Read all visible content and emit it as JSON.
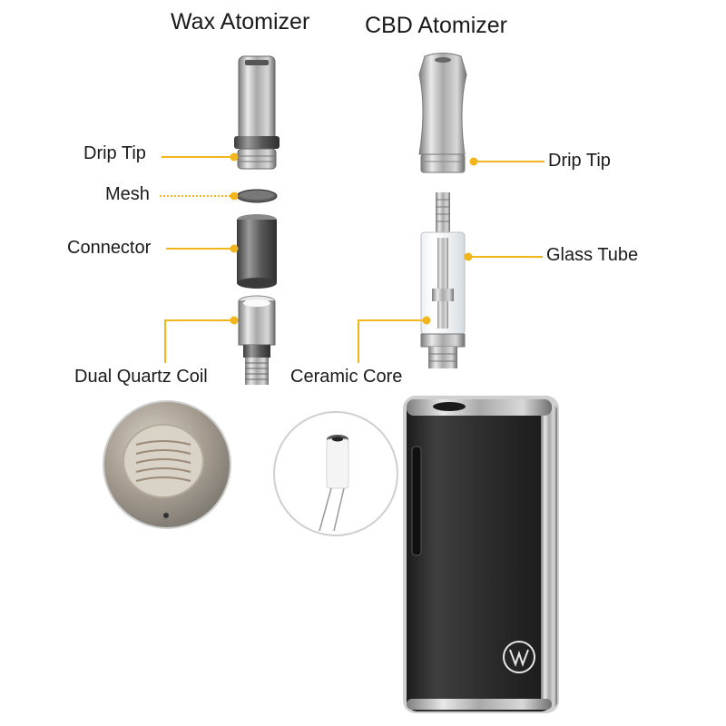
{
  "titles": {
    "wax": "Wax Atomizer",
    "cbd": "CBD Atomizer"
  },
  "wax_parts": {
    "drip_tip": "Drip Tip",
    "mesh": "Mesh",
    "connector": "Connector",
    "coil": "Dual Quartz Coil"
  },
  "cbd_parts": {
    "drip_tip": "Drip Tip",
    "glass_tube": "Glass Tube",
    "ceramic_core": "Ceramic Core"
  },
  "colors": {
    "leader": "#f2b51c",
    "metal": "#b9b9b9",
    "battery": "#2b2b2b",
    "label_text": "#1a1a1a"
  },
  "icons": {
    "wax_drip_tip": "flat-drip-tip-icon",
    "mesh": "mesh-disc-icon",
    "connector": "metal-cylinder-icon",
    "coil": "quartz-coil-icon",
    "cbd_drip_tip": "round-drip-tip-icon",
    "glass_tube": "cartridge-icon",
    "battery": "box-battery-icon",
    "brand_logo": "brand-logo-icon"
  }
}
